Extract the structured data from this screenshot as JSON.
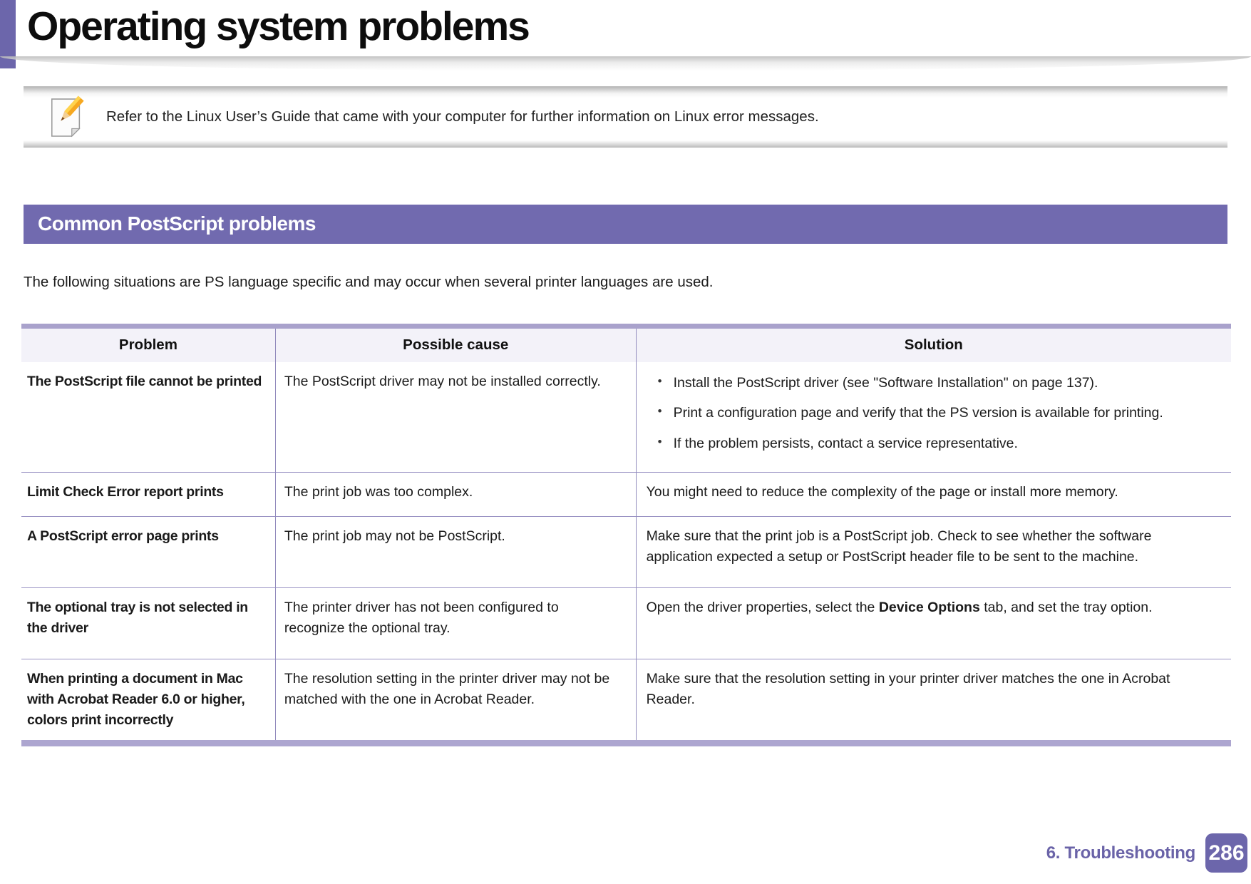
{
  "page": {
    "title": "Operating system problems",
    "section_title": "Common PostScript problems",
    "intro": "The following situations are PS language specific and may occur when several printer languages are used."
  },
  "note": {
    "icon": "note-pencil-icon",
    "text": "Refer to the Linux User’s Guide that came with your computer for further information on Linux error messages."
  },
  "colors": {
    "accent_purple": "#6c66ab",
    "banner_purple": "#716aaf",
    "table_border_purple": "#a9a2cc",
    "table_header_bg": "#f3f2f9"
  },
  "table": {
    "headers": [
      "Problem",
      "Possible cause",
      "Solution"
    ],
    "rows": [
      {
        "problem": "The PostScript file cannot be printed",
        "cause": "The PostScript driver may not be installed correctly.",
        "solution_bullets": [
          "Install the PostScript driver (see \"Software Installation\" on page 137).",
          "Print a configuration page and verify that the PS version is available for printing.",
          "If the problem persists, contact a service representative."
        ]
      },
      {
        "problem": "Limit Check Error report prints",
        "cause": "The print job was too complex.",
        "solution": "You might need to reduce the complexity of the page or install more memory."
      },
      {
        "problem": "A PostScript error page prints",
        "cause": "The print job may not be PostScript.",
        "solution": "Make sure that the print job is a PostScript job. Check to see whether the software application expected a setup or PostScript header file to be sent to the machine."
      },
      {
        "problem": "The optional tray is not selected in the driver",
        "cause": "The printer driver has not been configured to recognize the optional tray.",
        "solution_prefix": "Open the driver properties, select the ",
        "solution_bold": "Device Options",
        "solution_suffix": " tab, and set the tray option."
      },
      {
        "problem": "When printing a document in Mac with Acrobat Reader 6.0 or higher, colors print incorrectly",
        "cause": "The resolution setting in the printer driver may not be matched with the one in Acrobat Reader.",
        "solution": "Make sure that the resolution setting in your printer driver matches the one in Acrobat Reader."
      }
    ]
  },
  "footer": {
    "chapter": "6.  Troubleshooting",
    "page_number": "286"
  }
}
